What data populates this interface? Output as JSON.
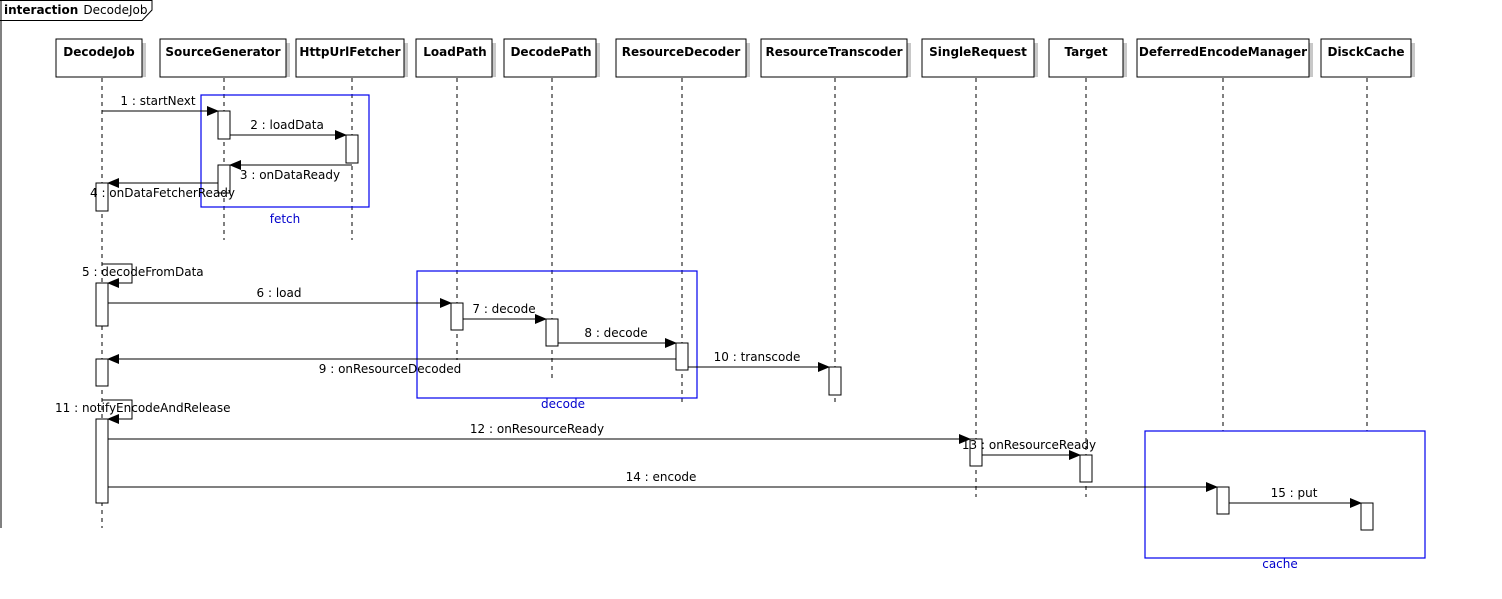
{
  "frame": {
    "keyword": "interaction",
    "name": "DecodeJob"
  },
  "lifelines": [
    {
      "id": "decodejob",
      "name": "DecodeJob"
    },
    {
      "id": "sourcegenerator",
      "name": "SourceGenerator"
    },
    {
      "id": "httpurlfetcher",
      "name": "HttpUrlFetcher"
    },
    {
      "id": "loadpath",
      "name": "LoadPath"
    },
    {
      "id": "decodepath",
      "name": "DecodePath"
    },
    {
      "id": "resourcedecoder",
      "name": "ResourceDecoder"
    },
    {
      "id": "resourcetranscoder",
      "name": "ResourceTranscoder"
    },
    {
      "id": "singlerequest",
      "name": "SingleRequest"
    },
    {
      "id": "target",
      "name": "Target"
    },
    {
      "id": "deferredencodemanager",
      "name": "DeferredEncodeManager"
    },
    {
      "id": "disckcache",
      "name": "DisckCache"
    }
  ],
  "messages": [
    {
      "label": "1 : startNext",
      "from": "decodejob",
      "to": "sourcegenerator",
      "kind": "call"
    },
    {
      "label": "2 : loadData",
      "from": "sourcegenerator",
      "to": "httpurlfetcher",
      "kind": "call"
    },
    {
      "label": "3 : onDataReady",
      "from": "httpurlfetcher",
      "to": "sourcegenerator",
      "kind": "call"
    },
    {
      "label": "4 : onDataFetcherReady",
      "from": "sourcegenerator",
      "to": "decodejob",
      "kind": "call"
    },
    {
      "label": "5 : decodeFromData",
      "from": "decodejob",
      "to": "decodejob",
      "kind": "self"
    },
    {
      "label": "6 : load",
      "from": "decodejob",
      "to": "loadpath",
      "kind": "call"
    },
    {
      "label": "7 : decode",
      "from": "loadpath",
      "to": "decodepath",
      "kind": "call"
    },
    {
      "label": "8 : decode",
      "from": "decodepath",
      "to": "resourcedecoder",
      "kind": "call"
    },
    {
      "label": "9 : onResourceDecoded",
      "from": "resourcedecoder",
      "to": "decodejob",
      "kind": "call"
    },
    {
      "label": "10 : transcode",
      "from": "resourcedecoder",
      "to": "resourcetranscoder",
      "kind": "call"
    },
    {
      "label": "11 : notifyEncodeAndRelease",
      "from": "decodejob",
      "to": "decodejob",
      "kind": "self"
    },
    {
      "label": "12 : onResourceReady",
      "from": "decodejob",
      "to": "singlerequest",
      "kind": "call"
    },
    {
      "label": "13 : onResourceReady",
      "from": "singlerequest",
      "to": "target",
      "kind": "call"
    },
    {
      "label": "14 : encode",
      "from": "decodejob",
      "to": "deferredencodemanager",
      "kind": "call"
    },
    {
      "label": "15 : put",
      "from": "deferredencodemanager",
      "to": "disckcache",
      "kind": "call"
    }
  ],
  "fragments": [
    {
      "id": "fetch",
      "label": "fetch"
    },
    {
      "id": "decode",
      "label": "decode"
    },
    {
      "id": "cache",
      "label": "cache"
    }
  ],
  "colors": {
    "fragment": "#0000ee",
    "fragment_label": "#0000cc",
    "line": "#000000",
    "header_shadow": "#c8c8c8"
  }
}
